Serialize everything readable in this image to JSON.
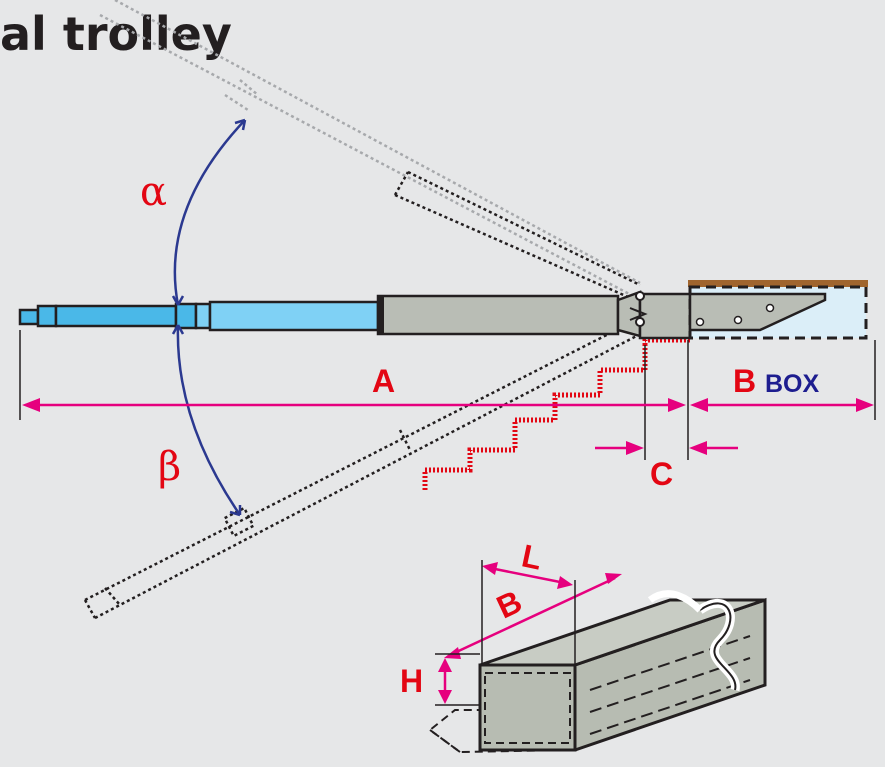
{
  "title": "al trolley",
  "labels": {
    "alpha": "α",
    "beta": "β",
    "A": "A",
    "B": "B",
    "box": "BOX",
    "C": "C",
    "box_L": "L",
    "box_B": "B",
    "box_H": "H"
  },
  "colors": {
    "background": "#e6e7e8",
    "dimension_magenta": "#e6007e",
    "label_red": "#e30613",
    "label_navy": "#1d1d8f",
    "arc_blue": "#2b3990",
    "rail_light_blue": "#7fd1f5",
    "rail_blue": "#4ab8e8",
    "trolley_grey": "#b9bdb5",
    "box_grey": "#b7bcb2",
    "box_light": "#dbeef8",
    "shelf_brown": "#a0652e",
    "step_red": "#e30613"
  }
}
